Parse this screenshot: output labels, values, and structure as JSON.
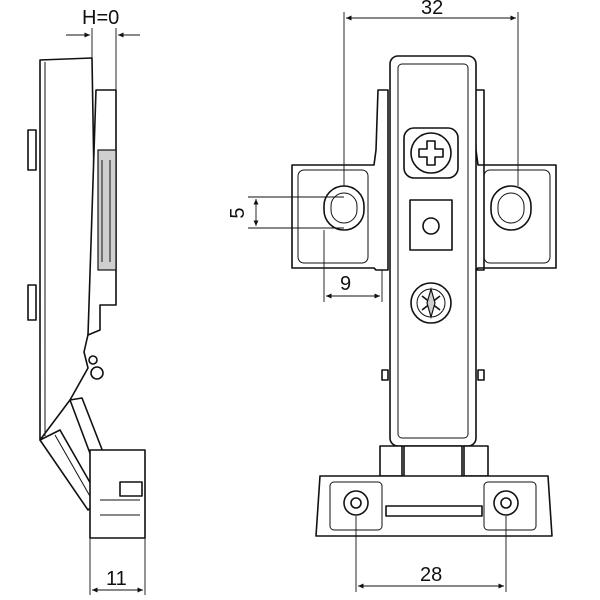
{
  "dimensions": {
    "h_offset": "H=0",
    "top_width": "32",
    "slot_height": "5",
    "slot_offset": "9",
    "bottom_width": "28",
    "side_depth": "11"
  }
}
